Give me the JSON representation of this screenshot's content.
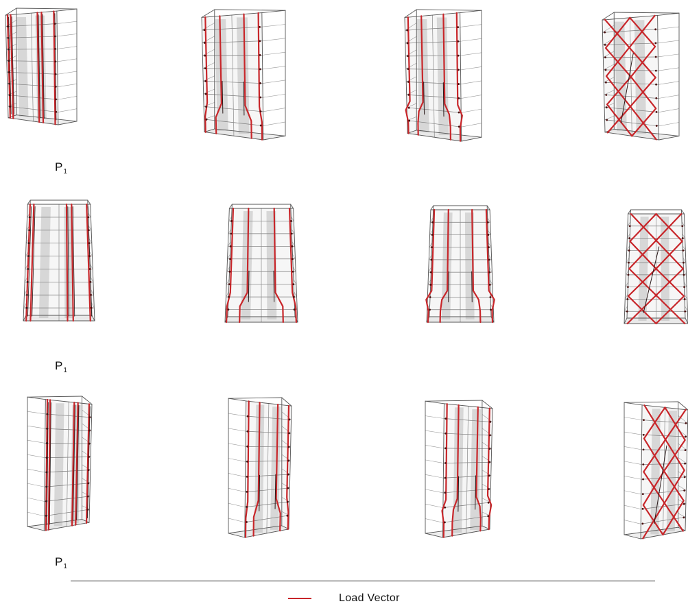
{
  "rows": [
    {
      "label_main": "P",
      "label_sub": "1",
      "view": "iso_right",
      "models": [
        "vertical_columns",
        "transfer_columns",
        "transfer_columns_kinked",
        "diagonal_diagrid"
      ]
    },
    {
      "label_main": "P",
      "label_sub": "1",
      "view": "front",
      "models": [
        "vertical_columns",
        "transfer_columns",
        "transfer_columns_kinked",
        "diagonal_diagrid"
      ]
    },
    {
      "label_main": "P",
      "label_sub": "1",
      "view": "iso_left",
      "models": [
        "vertical_columns",
        "transfer_columns",
        "transfer_columns_kinked",
        "diagonal_diagrid"
      ]
    }
  ],
  "legend": {
    "label": "Load Vector",
    "color": "#c8262a"
  },
  "colors": {
    "frame": "#555555",
    "core": "#bdbdbd",
    "load": "#c8262a",
    "load_dark": "#2a1a1a"
  }
}
